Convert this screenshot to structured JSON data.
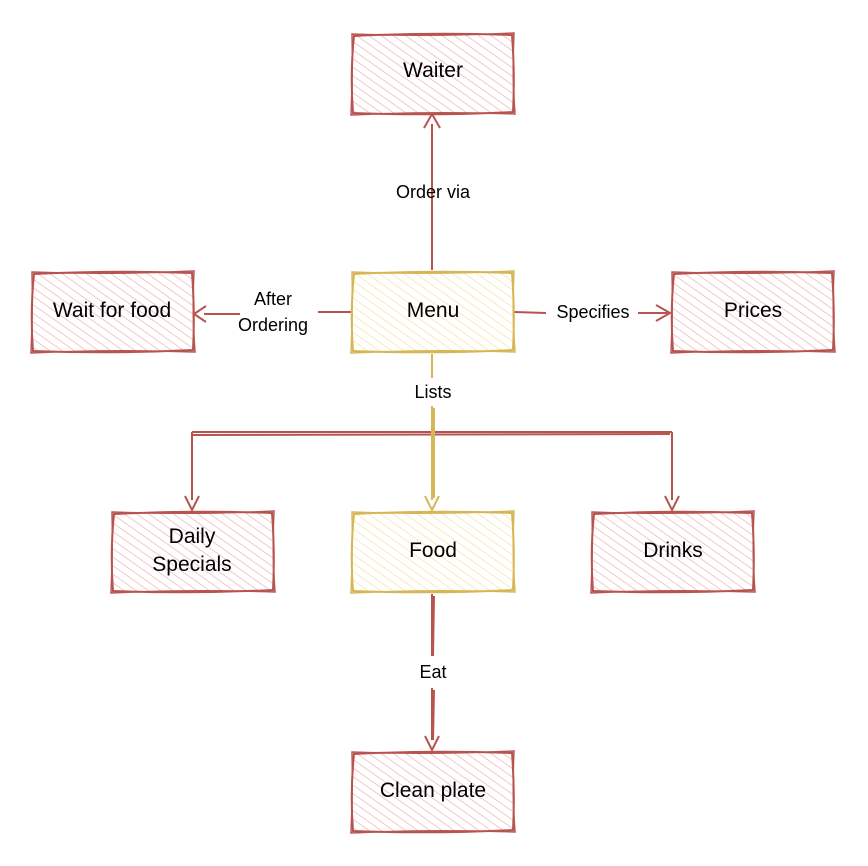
{
  "colors": {
    "red_stroke": "#b85450",
    "red_hatch": "#f3a8ad",
    "yellow_stroke": "#d6b656",
    "yellow_hatch": "#f3df96",
    "background": "#ffffff"
  },
  "nodes": {
    "waiter": "Waiter",
    "wait_for_food": "Wait for food",
    "menu": "Menu",
    "prices": "Prices",
    "daily_specials_line1": "Daily",
    "daily_specials_line2": "Specials",
    "food": "Food",
    "drinks": "Drinks",
    "clean_plate": "Clean plate"
  },
  "edges": {
    "order_via": "Order via",
    "after_ordering_line1": "After",
    "after_ordering_line2": "Ordering",
    "specifies": "Specifies",
    "lists": "Lists",
    "eat": "Eat"
  }
}
